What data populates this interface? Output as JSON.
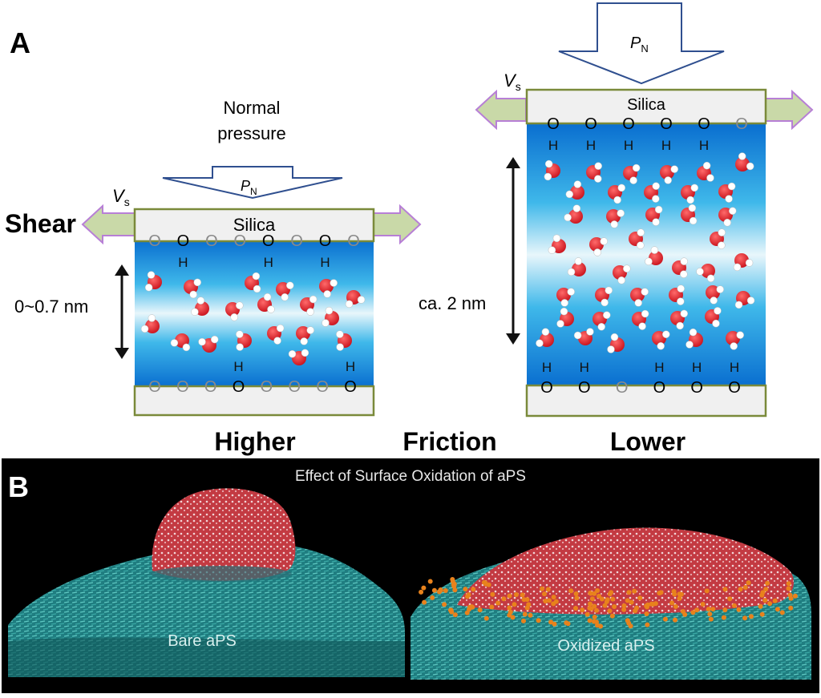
{
  "panel_a": {
    "label": "A",
    "normal_pressure": [
      "Normal",
      "pressure"
    ],
    "shear": "Shear",
    "pn": "P",
    "pn_sub": "N",
    "vs": "V",
    "vs_sub": "s",
    "left": {
      "silica": "Silica",
      "gap": "0~0.7 nm",
      "top_atoms": [
        "O",
        "O",
        "O",
        "O",
        "O",
        "O",
        "O",
        "O"
      ],
      "top_bonded": [
        false,
        true,
        false,
        false,
        true,
        false,
        true,
        false
      ],
      "h_label": "H",
      "bottom_atoms": [
        "O",
        "O",
        "O",
        "O",
        "O",
        "O",
        "O",
        "O"
      ],
      "bottom_bonded": [
        false,
        false,
        false,
        true,
        false,
        false,
        false,
        true
      ]
    },
    "right": {
      "silica": "Silica",
      "gap": "ca. 2 nm",
      "top_atoms": [
        "O",
        "O",
        "O",
        "O",
        "O",
        "O"
      ],
      "top_bonded": [
        true,
        true,
        true,
        true,
        true,
        false
      ],
      "bottom_atoms": [
        "O",
        "O",
        "O",
        "O",
        "O",
        "O"
      ],
      "bottom_bonded": [
        true,
        true,
        false,
        true,
        true,
        true
      ]
    },
    "captions": {
      "higher": "Higher",
      "friction": "Friction",
      "lower": "Lower"
    }
  },
  "panel_b": {
    "label": "B",
    "title": "Effect of Surface Oxidation of aPS",
    "left_label": "Bare aPS",
    "right_label": "Oxidized aPS"
  },
  "colors": {
    "silica_border": "#7a8a3a",
    "arrow_shear": "#c9d9a8",
    "arrow_shear_border": "#b77fd6",
    "pressure_arrow_border": "#2f4f8f",
    "water_o": "#e0191f",
    "polymer": "#2f9c9a",
    "droplet": "#c9383e",
    "oxidation": "#e8821c"
  }
}
